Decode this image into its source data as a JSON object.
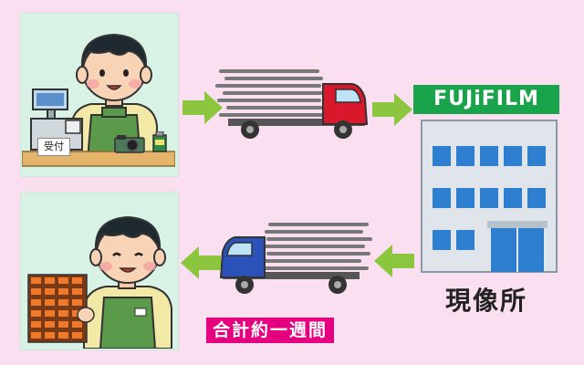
{
  "flow": {
    "reception_label": "受付",
    "lab_brand": "FUJiFILM",
    "lab_label": "現像所",
    "duration_label": "合計約一週間"
  },
  "colors": {
    "background": "#f9dff0",
    "panel": "#d8f2e6",
    "arrow": "#8cc63f",
    "badge": "#e5007f",
    "brand": "#19a34a",
    "truck_red": "#d9182b",
    "truck_blue": "#2b52b8"
  },
  "icons": [
    "clerk-icon",
    "cash-register-icon",
    "camera-icon",
    "film-canister-icon",
    "truck-icon",
    "building-icon",
    "photo-prints-icon",
    "arrow-right-icon",
    "arrow-left-icon"
  ]
}
